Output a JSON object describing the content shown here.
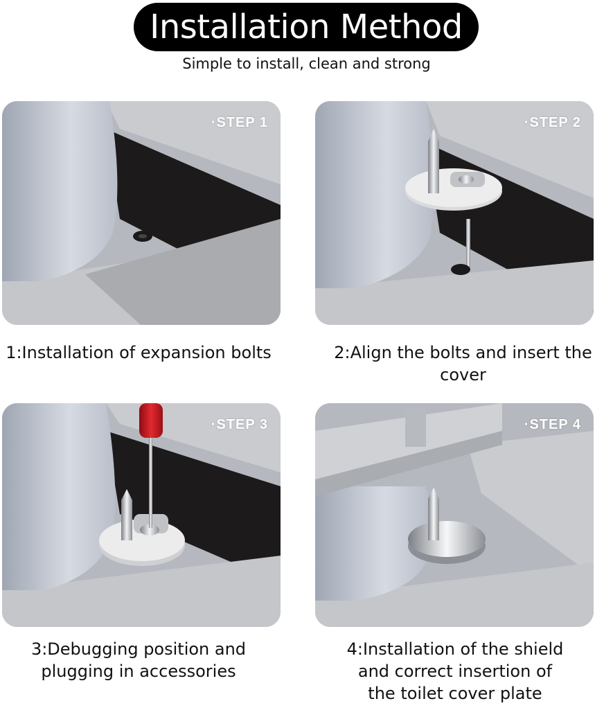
{
  "header": {
    "title": "Installation Method",
    "subtitle": "Simple to install, clean and strong"
  },
  "steps": [
    {
      "label": "·STEP 1",
      "caption_lines": [
        "1:Installation of expansion bolts"
      ]
    },
    {
      "label": "·STEP 2",
      "caption_lines": [
        "2:Align the bolts and insert the cover"
      ]
    },
    {
      "label": "·STEP 3",
      "caption_lines": [
        "3:Debugging position and",
        "plugging in accessories"
      ]
    },
    {
      "label": "·STEP 4",
      "caption_lines": [
        "4:Installation of the shield",
        "and correct insertion of",
        "the toilet cover plate"
      ]
    }
  ],
  "colors": {
    "title_bg": "#000000",
    "title_text": "#ffffff",
    "panel_bg": "#b9bcc2",
    "step_label": "#ffffff",
    "screwdriver_handle": "#c8141c"
  }
}
